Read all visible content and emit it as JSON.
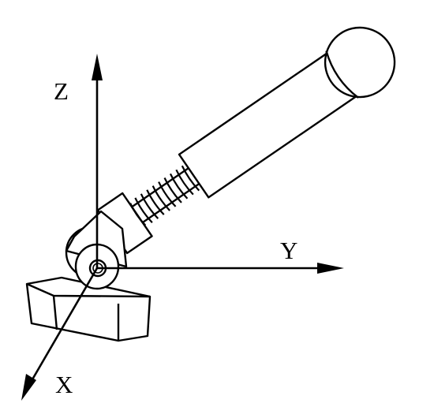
{
  "diagram": {
    "axes": {
      "z_label": "Z",
      "y_label": "Y",
      "x_label": "X"
    },
    "colors": {
      "stroke": "#000000",
      "background": "#ffffff"
    }
  }
}
